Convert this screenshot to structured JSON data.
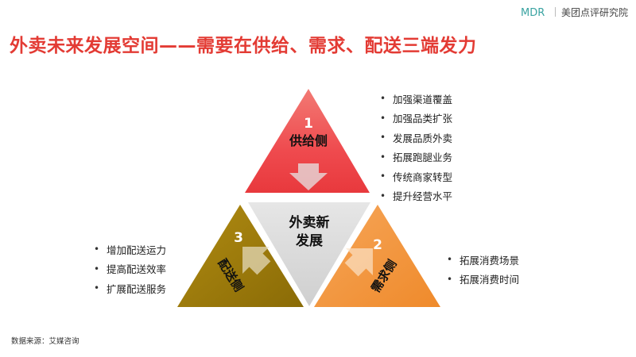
{
  "brand": {
    "logo_text": "MDR",
    "name": "美团点评研究院",
    "colors": {
      "teal": "#3aa3a1",
      "gray": "#6b6b6b"
    }
  },
  "title": "外卖未来发展空间——需要在供给、需求、配送三端发力",
  "diagram": {
    "center_label_line1": "外卖新",
    "center_label_line2": "发展",
    "segments": {
      "supply": {
        "number": "1",
        "label": "供给侧",
        "color": "#ee4a4e",
        "icon": "arrow-down-icon",
        "bullets": [
          "加强渠道覆盖",
          "加强品类扩张",
          "发展品质外卖",
          "拓展跑腿业务",
          "传统商家转型",
          "提升经营水平"
        ]
      },
      "delivery": {
        "number": "3",
        "label": "配送侧",
        "color": "#9b7a0b",
        "icon": "arrow-up-right-icon",
        "bullets": [
          "增加配送运力",
          "提高配送效率",
          "扩展配送服务"
        ]
      },
      "demand": {
        "number": "2",
        "label": "需求侧",
        "color": "#f2943a",
        "icon": "arrow-up-left-icon",
        "bullets": [
          "拓展消费场景",
          "拓展消费时间"
        ]
      }
    },
    "bullet_glyph": "•"
  },
  "source": "数据来源：艾媒咨询"
}
